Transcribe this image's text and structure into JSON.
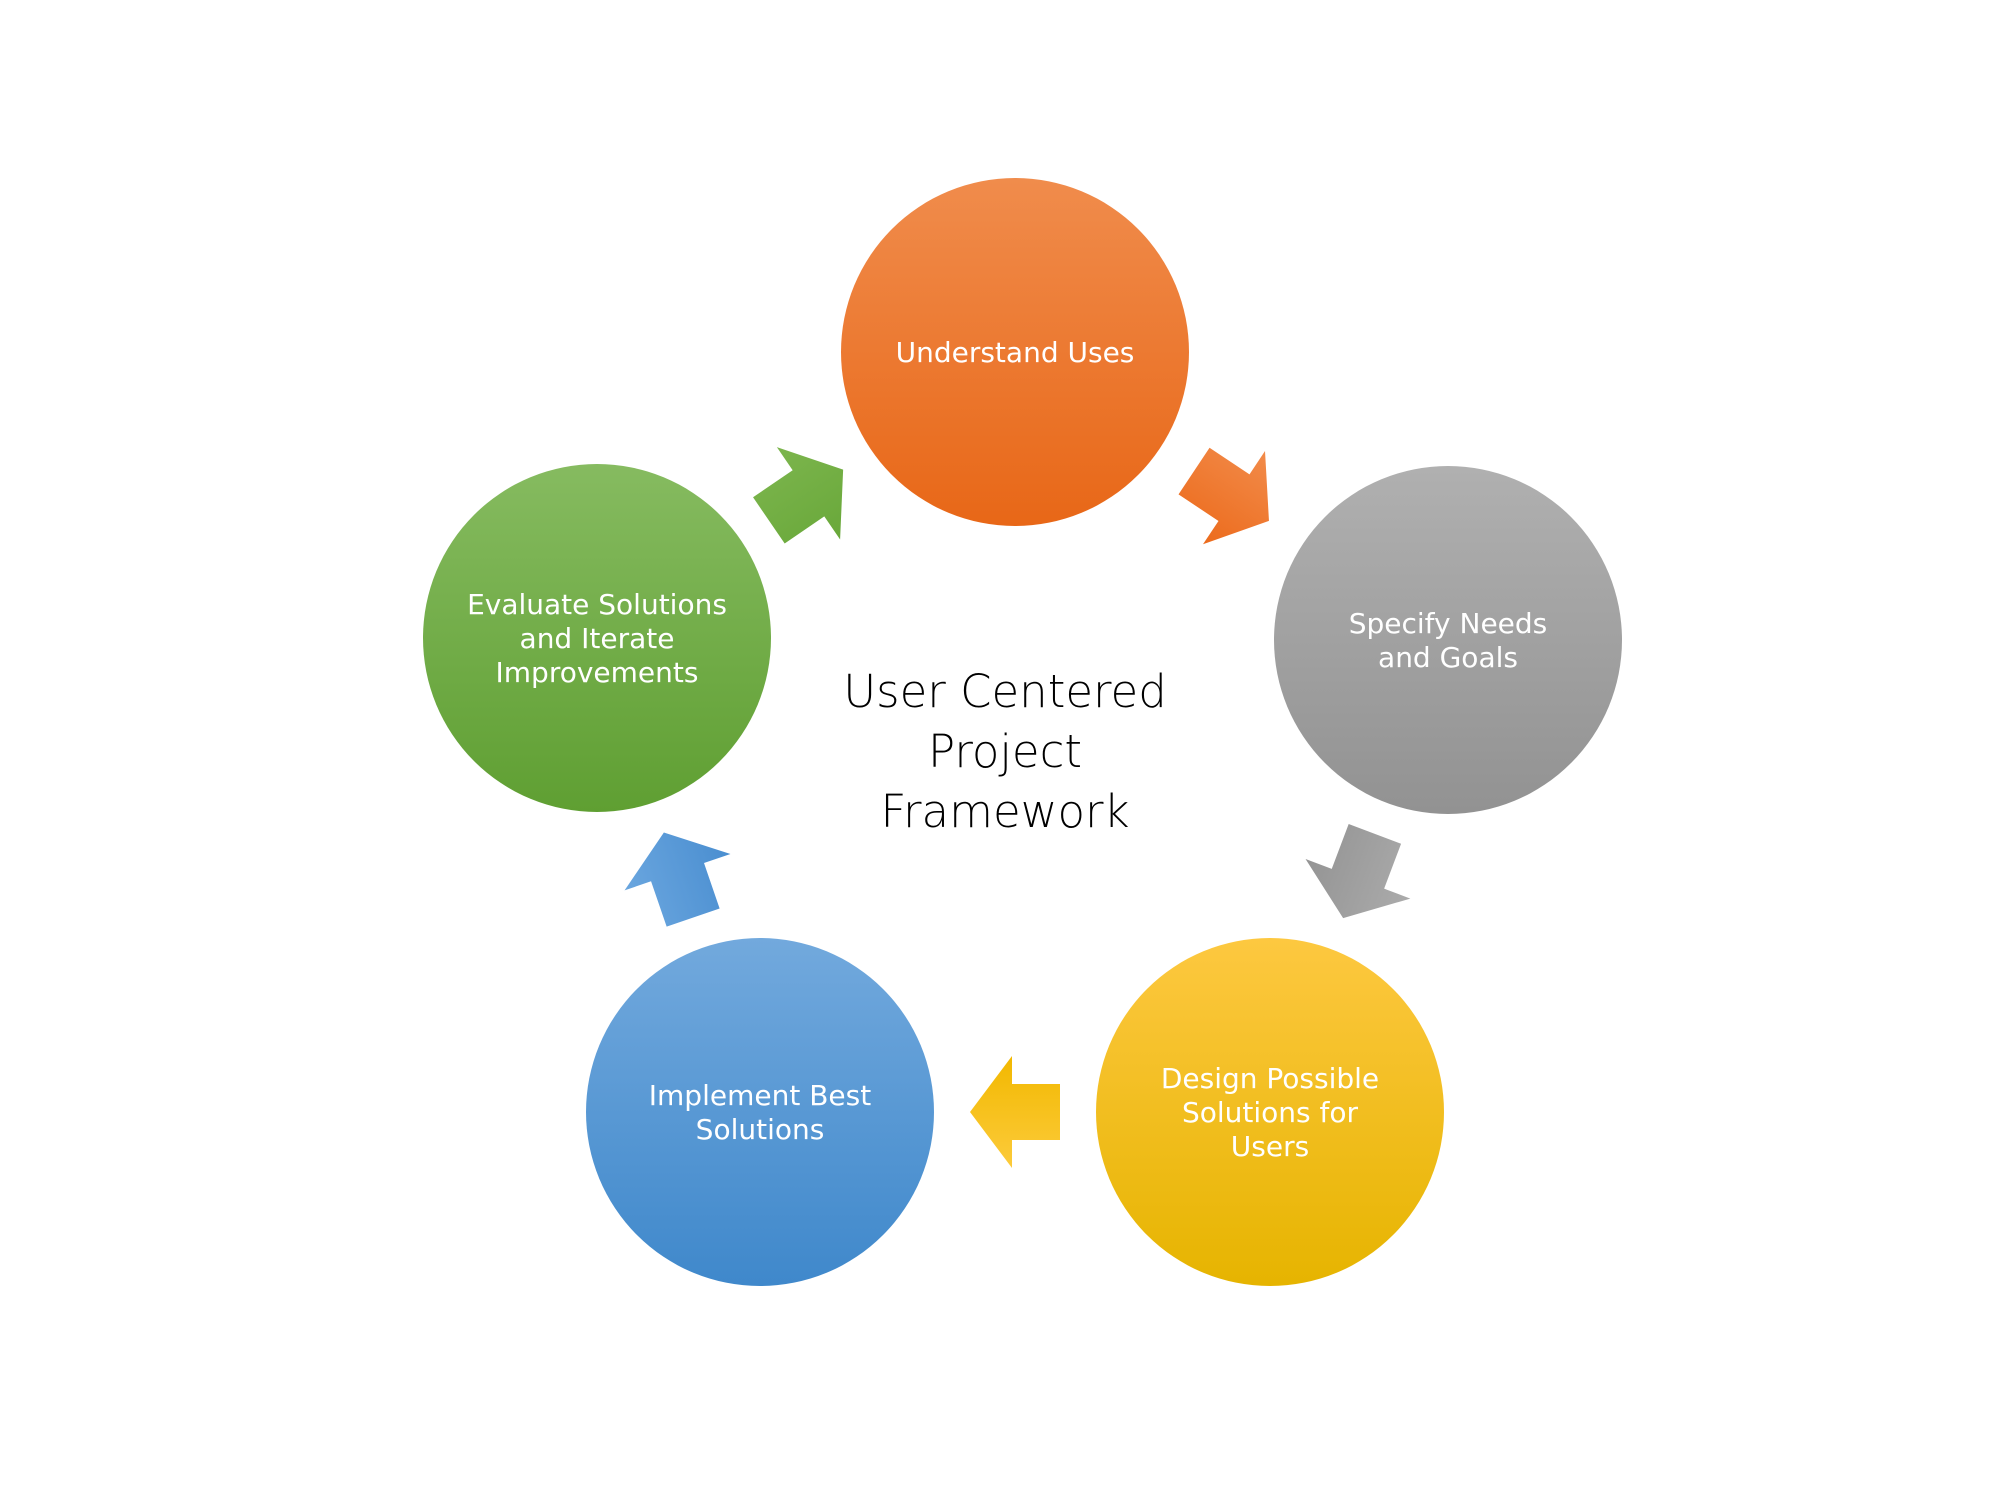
{
  "diagram": {
    "title_lines": [
      "User Centered",
      "Project",
      "Framework"
    ],
    "steps": [
      {
        "id": "understand",
        "label_lines": [
          "Understand Uses"
        ],
        "color_top": "#f08c4c",
        "color_bottom": "#e86717"
      },
      {
        "id": "specify",
        "label_lines": [
          "Specify Needs",
          "and Goals"
        ],
        "color_top": "#b0b0b0",
        "color_bottom": "#929292"
      },
      {
        "id": "design",
        "label_lines": [
          "Design Possible",
          "Solutions for",
          "Users"
        ],
        "color_top": "#fdc840",
        "color_bottom": "#e6b400"
      },
      {
        "id": "implement",
        "label_lines": [
          "Implement Best",
          "Solutions"
        ],
        "color_top": "#72a9dd",
        "color_bottom": "#3f88cb"
      },
      {
        "id": "evaluate",
        "label_lines": [
          "Evaluate Solutions",
          "and Iterate",
          "Improvements"
        ],
        "color_top": "#86bb60",
        "color_bottom": "#5f9f32"
      }
    ],
    "arrows": [
      {
        "from": "understand",
        "to": "specify",
        "color_top": "#f28b4a",
        "color_bottom": "#ec6b1c"
      },
      {
        "from": "specify",
        "to": "design",
        "color_top": "#ababab",
        "color_bottom": "#949494"
      },
      {
        "from": "design",
        "to": "implement",
        "color_top": "#fccb3b",
        "color_bottom": "#f2b800"
      },
      {
        "from": "implement",
        "to": "evaluate",
        "color_top": "#6aa6df",
        "color_bottom": "#4a8ed0"
      },
      {
        "from": "evaluate",
        "to": "understand",
        "color_top": "#7cb54d",
        "color_bottom": "#69a83a"
      }
    ]
  }
}
